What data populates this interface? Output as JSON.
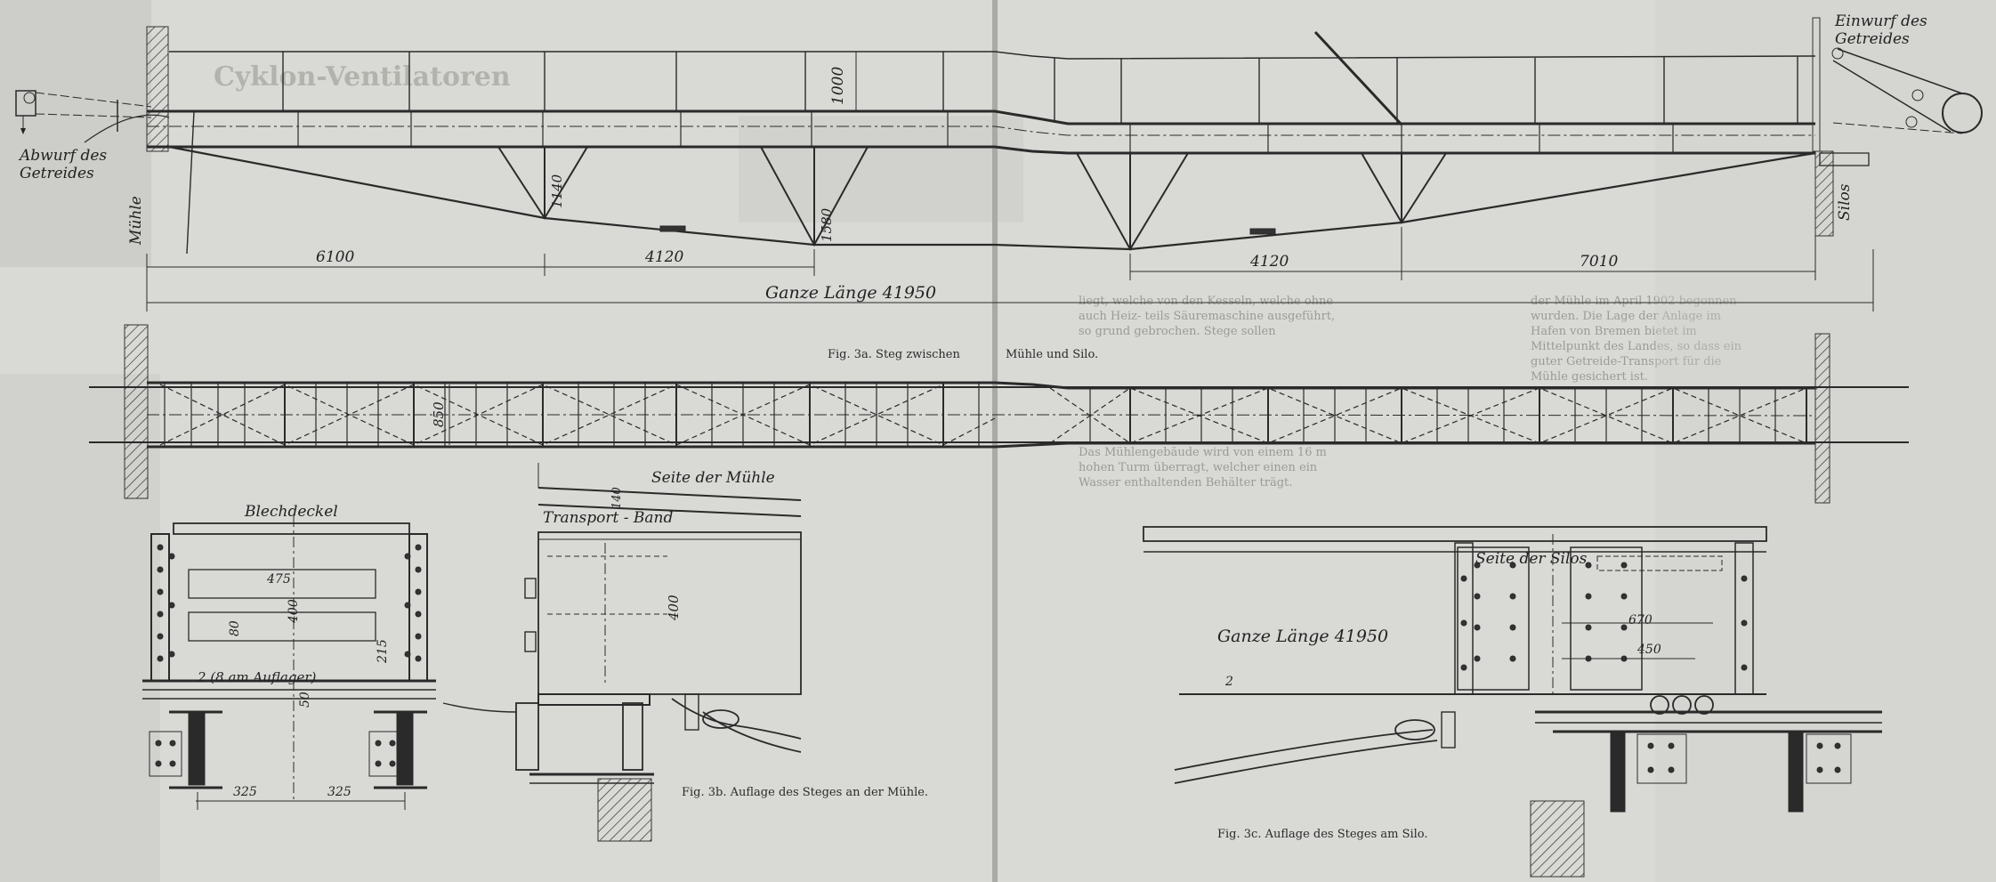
{
  "figures": {
    "fig3a": {
      "caption_left": "Fig. 3a.  Steg zwischen",
      "caption_right": "Mühle und Silo.",
      "labels": {
        "abwurf": "Abwurf des",
        "abwurf2": "Getreides",
        "einwurf": "Einwurf des",
        "einwurf2": "Getreides",
        "muehle": "Mühle",
        "silos": "Silos"
      },
      "dimensions": {
        "d6100": "6100",
        "d4120_left": "4120",
        "d4120_right": "4120",
        "d7010": "7010",
        "total": "Ganze Länge 41950",
        "h1000": "1000",
        "h1140": "1140",
        "h1580": "1580",
        "w850": "850"
      }
    },
    "fig3_cross": {
      "blechdeckel": "Blechdeckel",
      "d475": "475",
      "d400": "400",
      "d80": "80",
      "d215": "215",
      "auflager": "2 (8 am Auflager)",
      "d50": "50",
      "d325_left": "325",
      "d325_right": "325"
    },
    "fig3b": {
      "caption": "Fig. 3b.  Auflage des Steges an der Mühle.",
      "seite": "Seite der Mühle",
      "band": "Transport - Band",
      "d140": "140",
      "d400": "400"
    },
    "fig3c": {
      "caption": "Fig. 3c.  Auflage des Steges am Silo.",
      "seite": "Seite der Silos",
      "total": "Ganze Länge 41950",
      "d670": "670",
      "d450": "450",
      "d2": "2"
    }
  },
  "background": {
    "header_left": "Cyklon-Ventilatoren",
    "col_mid_1": "liegt, welche von den Kesseln, welche ohne auch Heiz- teils Säuremaschine ausgeführt, so grund gebrochen. Stege sollen",
    "col_mid_2": "Das Mühlengebäude wird von einem 16 m hohen Turm überragt, welcher einen ein Wasser enthaltenden Behälter trägt.",
    "col_right_1": "der Mühle im April 1902 begonnen wurden. Die Lage der Anlage im Hafen von Bremen bietet im Mittelpunkt des Landes, so dass ein guter Getreide-Transport für die Mühle gesichert ist."
  },
  "colors": {
    "paper": "#d9d9d6",
    "ink": "#2a2a2a",
    "faint": "#9a9a96"
  }
}
